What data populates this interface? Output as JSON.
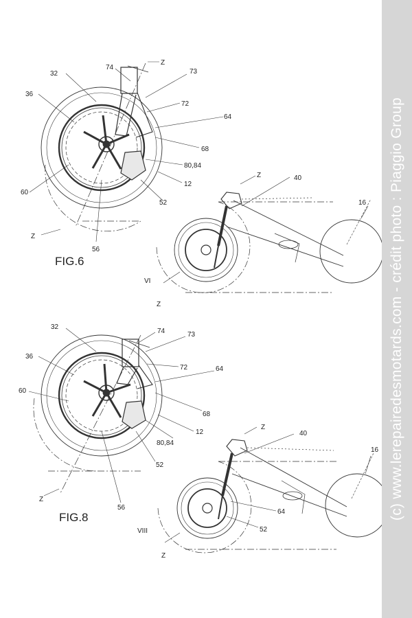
{
  "figures": [
    {
      "title": "FIG.6",
      "view_marker": "VI",
      "callouts": [
        "74",
        "Z",
        "32",
        "73",
        "36",
        "72",
        "64",
        "68",
        "80,84",
        "12",
        "60",
        "52",
        "Z",
        "56"
      ],
      "small_callouts": [
        "Z",
        "40",
        "16",
        "Z"
      ]
    },
    {
      "title": "FIG.8",
      "view_marker": "VIII",
      "callouts": [
        "74",
        "32",
        "73",
        "36",
        "72",
        "64",
        "60",
        "68",
        "80,84",
        "12",
        "52",
        "Z",
        "56"
      ],
      "small_callouts": [
        "Z",
        "40",
        "16",
        "64",
        "52",
        "Z"
      ]
    }
  ],
  "watermark": "(c) www.lerepairedesmotards.com  - crédit photo : Piaggio Group"
}
